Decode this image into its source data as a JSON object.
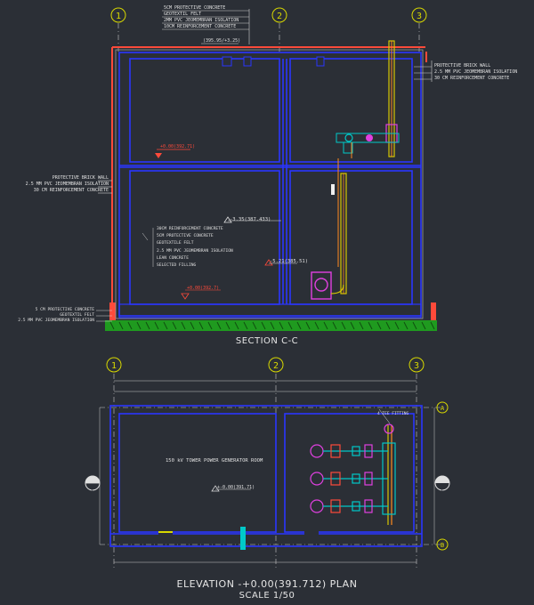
{
  "grid_labels": [
    "1",
    "2",
    "3"
  ],
  "section": {
    "title": "SECTION C-C",
    "roof_notes": [
      "5CM PROTECTIVE CONCRETE",
      "GEOTEXTIL FELT",
      "2MM PVC JEOMEMBRAN ISOLATION",
      "10CM REINFORCEMENT CONCRETE"
    ],
    "roof_level": "(395.95/+3.25)",
    "right_notes": [
      "PROTECTIVE BRICK WALL",
      "2.5 MM PVC JEOMEMBRAN ISOLATION",
      "30 CM REINFORCEMENT CONCRETE"
    ],
    "left_notes": [
      "PROTECTIVE BRICK WALL",
      "2.5 MM PVC JEOMEMBRAN ISOLATION",
      "30 CM REINFORCEMENT CONCRETE"
    ],
    "floor_notes": [
      "30CM REINFORCEMENT CONCRETE",
      "5CM PROTECTIVE CONCRETE",
      "GEOTEXTILE FELT",
      "2.5 MM PVC JEOMEMBRAN ISOLATION",
      "LEAN CONCRETE",
      "SELECTED FILLING"
    ],
    "level_mid": "-3.35(387.433)",
    "level_upper": "+0.00(392.71)",
    "level_pump": "-5.21(385.51)",
    "level_floor": "+0.00(392.7)",
    "bottom_notes": [
      "5 CM PROTECTIVE CONCRETE",
      "GEOTEXTIL FELT",
      "2.5 MM PVC JEOMEMBRAN ISOLATION"
    ]
  },
  "plan": {
    "room_label": "150 kV TOWER POWER GENERATOR ROOM",
    "level_label": "+-0.00(391.71)",
    "section_marker": "C",
    "axis_markers": [
      "A",
      "B"
    ],
    "pipe_note": "4 TEE FITTING",
    "title": "ELEVATION -+0.00(391.712)  PLAN",
    "scale": "SCALE 1/50"
  }
}
